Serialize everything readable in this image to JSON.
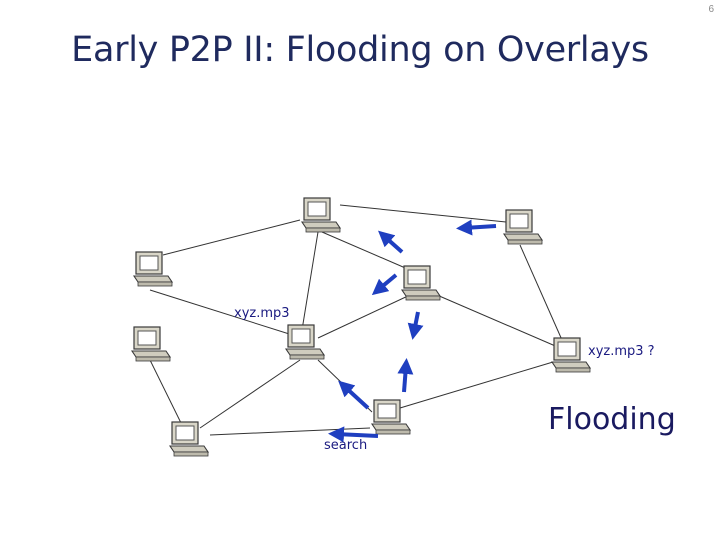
{
  "slide": {
    "number": "6",
    "title": "Early P2P II: Flooding on Overlays"
  },
  "labels": {
    "file_local": "xyz.mp3",
    "file_query": "xyz.mp3 ?",
    "search": "search",
    "flooding": "Flooding"
  },
  "icons": {
    "computer": "computer-icon",
    "arrow": "arrow-icon"
  },
  "colors": {
    "title": "#1f2a5e",
    "label": "#1a1a80",
    "arrow": "#1f3fc0",
    "link": "#333333",
    "computer_body": "#d9d6c8"
  }
}
